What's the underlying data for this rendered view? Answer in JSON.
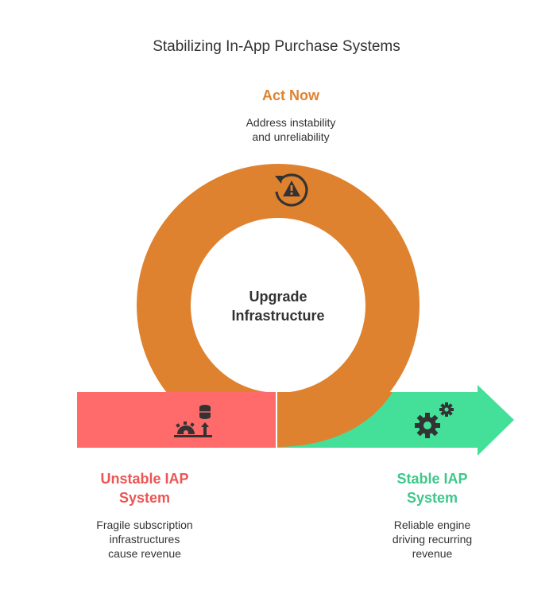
{
  "title": "Stabilizing In-App Purchase Systems",
  "act_now": {
    "heading": "Act Now",
    "description": [
      "Address instability",
      "and unreliability"
    ],
    "icon": "rotate-warning-icon"
  },
  "center": {
    "label": [
      "Upgrade",
      "Infrastructure"
    ]
  },
  "unstable": {
    "heading": [
      "Unstable IAP",
      "System"
    ],
    "description": [
      "Fragile subscription",
      "infrastructures",
      "cause revenue"
    ],
    "icon": "broken-gear-database-icon"
  },
  "stable": {
    "heading": [
      "Stable IAP",
      "System"
    ],
    "description": [
      "Reliable engine",
      "driving recurring",
      "revenue"
    ],
    "icon": "gears-icon"
  },
  "colors": {
    "orange": "#df8230",
    "red": "#ff6b6b",
    "green": "#44e09a",
    "icon": "#333333",
    "text": "#333333"
  }
}
